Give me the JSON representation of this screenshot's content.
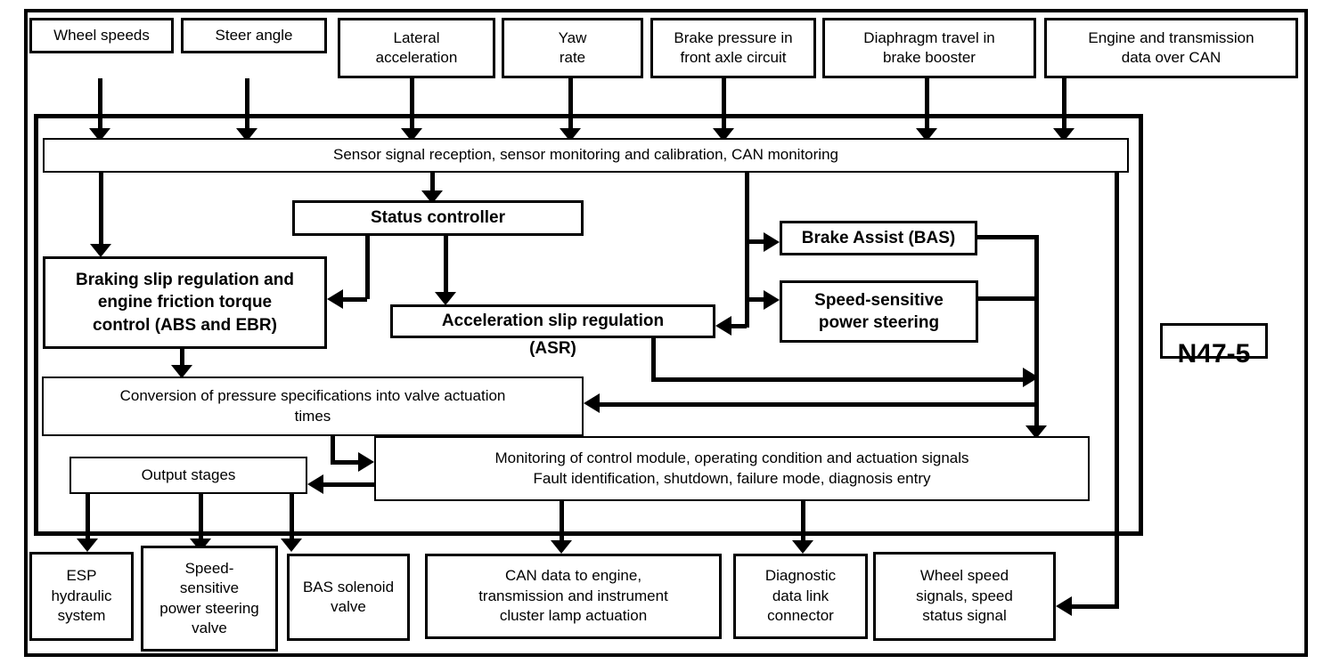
{
  "diagram": {
    "module_label": "N47-5",
    "inputs": {
      "wheel_speeds": "Wheel speeds",
      "steer_angle": "Steer angle",
      "lateral_acceleration": "Lateral\nacceleration",
      "yaw_rate": "Yaw\nrate",
      "brake_pressure": "Brake pressure in\nfront axle circuit",
      "diaphragm_travel": "Diaphragm travel in\nbrake booster",
      "engine_transmission": "Engine and transmission\ndata over CAN"
    },
    "processing": {
      "sensor_bar": "Sensor signal reception, sensor monitoring and calibration, CAN monitoring",
      "status_controller": "Status controller",
      "braking_slip": "Braking slip regulation and\nengine friction torque\ncontrol (ABS and EBR)",
      "brake_assist": "Brake Assist (BAS)",
      "speed_sensitive_steering": "Speed-sensitive\npower steering",
      "acceleration_slip": "Acceleration slip regulation",
      "acceleration_slip_sub": "(ASR)",
      "conversion": "Conversion of pressure specifications into valve actuation\ntimes",
      "output_stages": "Output stages",
      "monitoring": "Monitoring of control module, operating condition and actuation signals\nFault identification, shutdown, failure mode, diagnosis entry"
    },
    "outputs": {
      "esp_hydraulic": "ESP\nhydraulic\nsystem",
      "steering_valve": "Speed-\nsensitive\npower steering\nvalve",
      "bas_solenoid": "BAS solenoid\nvalve",
      "can_data": "CAN data to engine,\ntransmission and instrument\ncluster lamp actuation",
      "diagnostic_connector": "Diagnostic\ndata link\nconnector",
      "wheel_speed_signals": "Wheel speed\nsignals, speed\nstatus signal"
    },
    "colors": {
      "line": "#000000",
      "background": "#ffffff"
    }
  }
}
